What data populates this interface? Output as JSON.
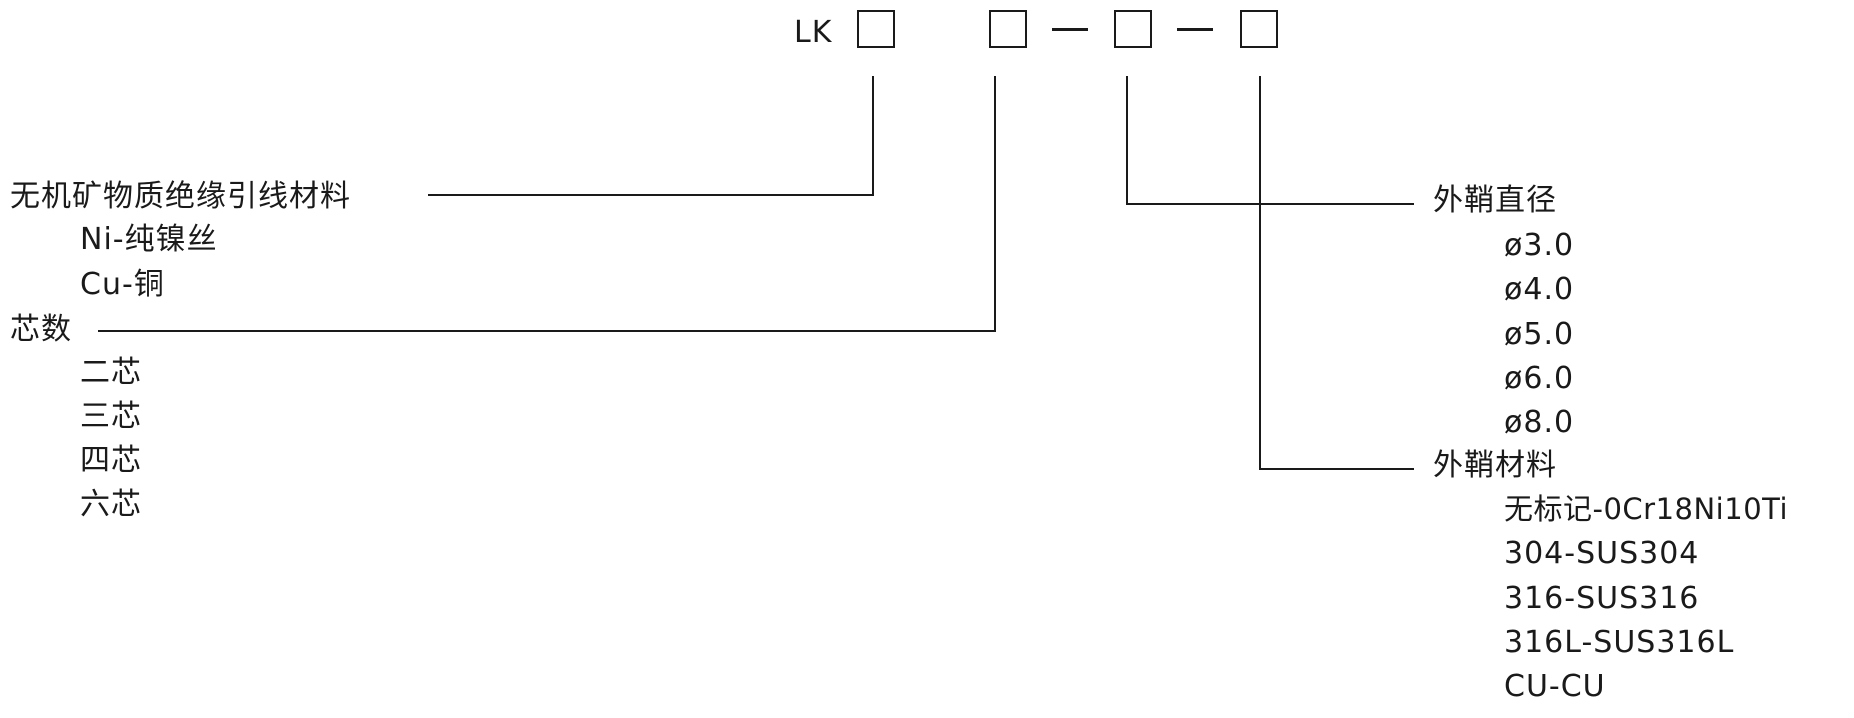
{
  "model_code": {
    "prefix": "LK"
  },
  "lead_material": {
    "title": "无机矿物质绝缘引线材料",
    "options": [
      "Ni-纯镍丝",
      "Cu-铜"
    ]
  },
  "core_count": {
    "title": "芯数",
    "options": [
      "二芯",
      "三芯",
      "四芯",
      "六芯"
    ]
  },
  "sheath_diameter": {
    "title": "外鞘直径",
    "options": [
      "ø3.0",
      "ø4.0",
      "ø5.0",
      "ø6.0",
      "ø8.0"
    ]
  },
  "sheath_material": {
    "title": "外鞘材料",
    "options": [
      "无标记-0Cr18Ni10Ti",
      "304-SUS304",
      "316-SUS316",
      "316L-SUS316L",
      "CU-CU"
    ]
  }
}
